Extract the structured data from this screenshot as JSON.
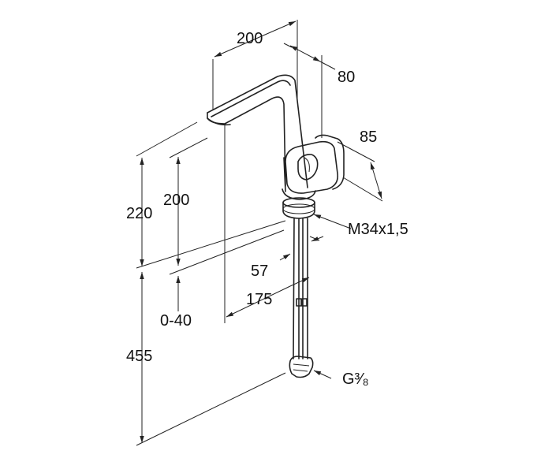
{
  "diagram": {
    "labels": {
      "width_200": "200",
      "depth_80": "80",
      "handle_85": "85",
      "height_220": "220",
      "height_200": "200",
      "thread": "M34x1,5",
      "offset_57": "57",
      "reach_175": "175",
      "range_0_40": "0-40",
      "length_455": "455",
      "connector": "G³⁄₈"
    }
  }
}
